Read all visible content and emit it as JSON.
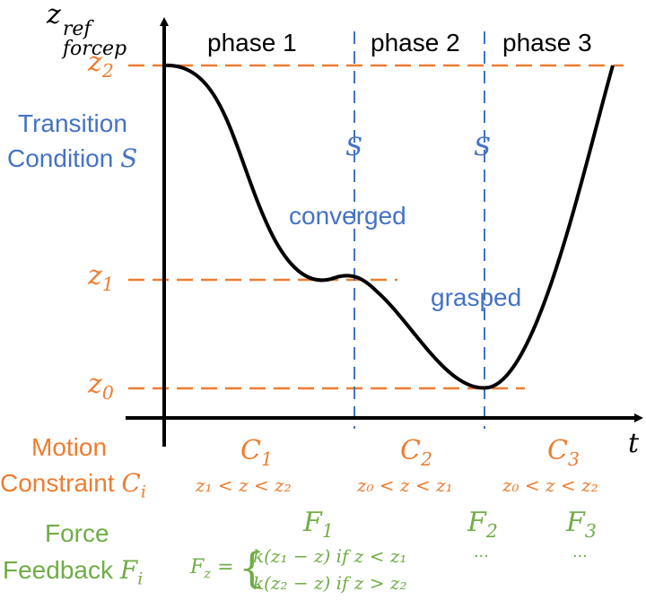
{
  "axes": {
    "y_label_base": "z",
    "y_label_sup": "ref",
    "y_label_sub": "forcep",
    "x_label": "t"
  },
  "levels": [
    {
      "base": "z",
      "sub": "2"
    },
    {
      "base": "z",
      "sub": "1"
    },
    {
      "base": "z",
      "sub": "0"
    }
  ],
  "phases": [
    "phase 1",
    "phase 2",
    "phase 3"
  ],
  "transition": {
    "label_line1": "Transition",
    "label_line2": "Condition",
    "symbol": "S",
    "markers": [
      "S",
      "S"
    ],
    "conditions": [
      "converged",
      "grasped"
    ]
  },
  "motion": {
    "label_line1": "Motion",
    "label_line2": "Constraint",
    "symbol_base": "C",
    "symbol_sub": "i",
    "constraints": [
      {
        "base": "C",
        "sub": "1",
        "expr": "z₁ < z < z₂"
      },
      {
        "base": "C",
        "sub": "2",
        "expr": "z₀ < z < z₁"
      },
      {
        "base": "C",
        "sub": "3",
        "expr": "z₀ < z < z₂"
      }
    ]
  },
  "force": {
    "label_line1": "Force",
    "label_line2": "Feedback",
    "symbol_base": "F",
    "symbol_sub": "i",
    "feedbacks": [
      {
        "base": "F",
        "sub": "1"
      },
      {
        "base": "F",
        "sub": "2",
        "detail": "..."
      },
      {
        "base": "F",
        "sub": "3",
        "detail": "..."
      }
    ],
    "fz_label": "F",
    "fz_sub": "z",
    "fz_eq": "=",
    "case1": "k(z₁ − z) if z < z₁",
    "case2": "k(z₂ − z) if z > z₂"
  },
  "colors": {
    "orange": "#ED7D31",
    "blue": "#4472C4",
    "green": "#70AD47",
    "black": "#000000"
  }
}
